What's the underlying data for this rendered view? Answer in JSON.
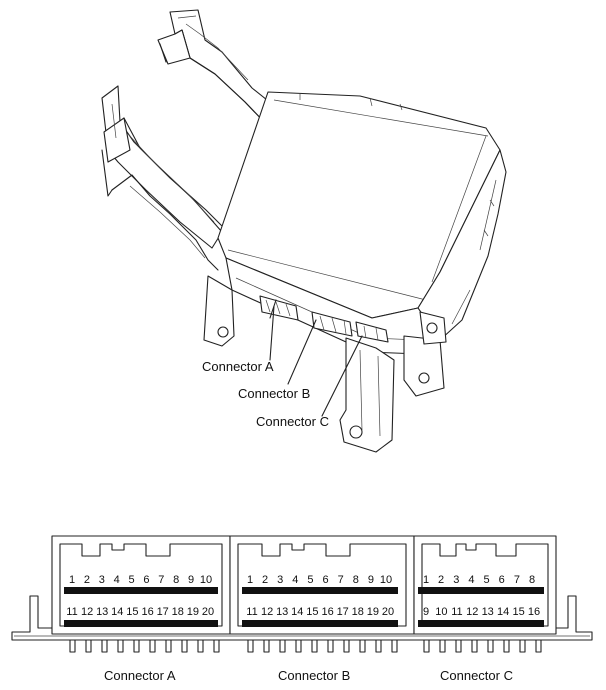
{
  "module_labels": {
    "connector_a": "Connector A",
    "connector_b": "Connector B",
    "connector_c": "Connector C"
  },
  "connectors": [
    {
      "label": "Connector A",
      "top_pins": [
        "1",
        "2",
        "3",
        "4",
        "5",
        "6",
        "7",
        "8",
        "9",
        "10"
      ],
      "bottom_pins": [
        "11",
        "12",
        "13",
        "14",
        "15",
        "16",
        "17",
        "18",
        "19",
        "20"
      ]
    },
    {
      "label": "Connector B",
      "top_pins": [
        "1",
        "2",
        "3",
        "4",
        "5",
        "6",
        "7",
        "8",
        "9",
        "10"
      ],
      "bottom_pins": [
        "11",
        "12",
        "13",
        "14",
        "15",
        "16",
        "17",
        "18",
        "19",
        "20"
      ]
    },
    {
      "label": "Connector C",
      "top_pins": [
        "1",
        "2",
        "3",
        "4",
        "5",
        "6",
        "7",
        "8"
      ],
      "bottom_pins": [
        "9",
        "10",
        "11",
        "12",
        "13",
        "14",
        "15",
        "16"
      ]
    }
  ]
}
